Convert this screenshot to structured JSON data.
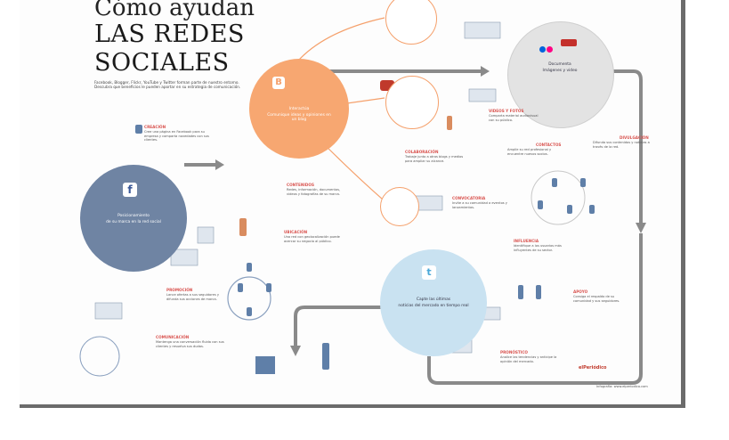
{
  "header": {
    "title_line1": "Cómo ayudan",
    "title_line2": "LAS REDES",
    "title_line3": "SOCIALES",
    "intro": "Facebook, Blogger, Flickr, YouTube y Twitter forman parte de nuestro entorno. Descubra que beneficios le pueden aportar en su estrategia de comunicación."
  },
  "sections": {
    "creacion": {
      "title": "CREACIÓN",
      "body": "Cree una página en Facebook para su empresa y comparta novedades con sus clientes."
    },
    "contenidos": {
      "title": "CONTENIDOS",
      "body": "Redes, información, documentos, videos y fotografías de su marca."
    },
    "ubicacion": {
      "title": "UBICACIÓN",
      "body": "Una red con geolocalización puede acercar su negocio al público."
    },
    "promocion": {
      "title": "PROMOCIÓN",
      "body": "Lance ofertas a sus seguidores y difunda sus acciones de marca."
    },
    "comunicacion": {
      "title": "COMUNICACIÓN",
      "body": "Mantenga una conversación fluida con sus clientes y resuelva sus dudas."
    },
    "colaboracion": {
      "title": "COLABORACIÓN",
      "body": "Trabaje junto a otros blogs y medios para ampliar su alcance."
    },
    "convocatoria": {
      "title": "CONVOCATORIA",
      "body": "Invite a su comunidad a eventos y lanzamientos."
    },
    "videos": {
      "title": "VIDEOS Y FOTOS",
      "body": "Comparta material audiovisual con su público."
    },
    "contactos": {
      "title": "CONTACTOS",
      "body": "Amplíe su red profesional y encuentre nuevos socios."
    },
    "divulgacion": {
      "title": "DIVULGACIÓN",
      "body": "Difunda sus contenidos y noticias a través de la red."
    },
    "influencia": {
      "title": "INFLUENCIA",
      "body": "Identifique a los usuarios más influyentes de su sector."
    },
    "apoyo": {
      "title": "APOYO",
      "body": "Consiga el respaldo de su comunidad y sus seguidores."
    },
    "pronostico": {
      "title": "PRONÓSTICO",
      "body": "Analice las tendencias y anticipe la opinión del mercado."
    }
  },
  "circles": {
    "blog": {
      "label": "Interactúa",
      "sub": "Comunique ideas y opiniones en un blog"
    },
    "facebook": {
      "label": "Posicionamiento",
      "sub": "de su marca en la red social",
      "icon": "f"
    },
    "flickr": {
      "label": "Documenta",
      "sub": "Imágenes y video"
    },
    "twitter": {
      "label": "Capte las últimas",
      "sub": "noticias del mercado en tiempo real",
      "icon": "t"
    }
  },
  "footer": {
    "brand": "elPeriódico",
    "credit": "Infografía: www.elperiodico.com"
  },
  "colors": {
    "orange": "#f5a06b",
    "orange_fill": "#f7a771",
    "slate": "#6f84a3",
    "light_blue": "#c9e2f1",
    "grey_circle": "#e3e3e3",
    "arrow": "#8a8a8a"
  }
}
